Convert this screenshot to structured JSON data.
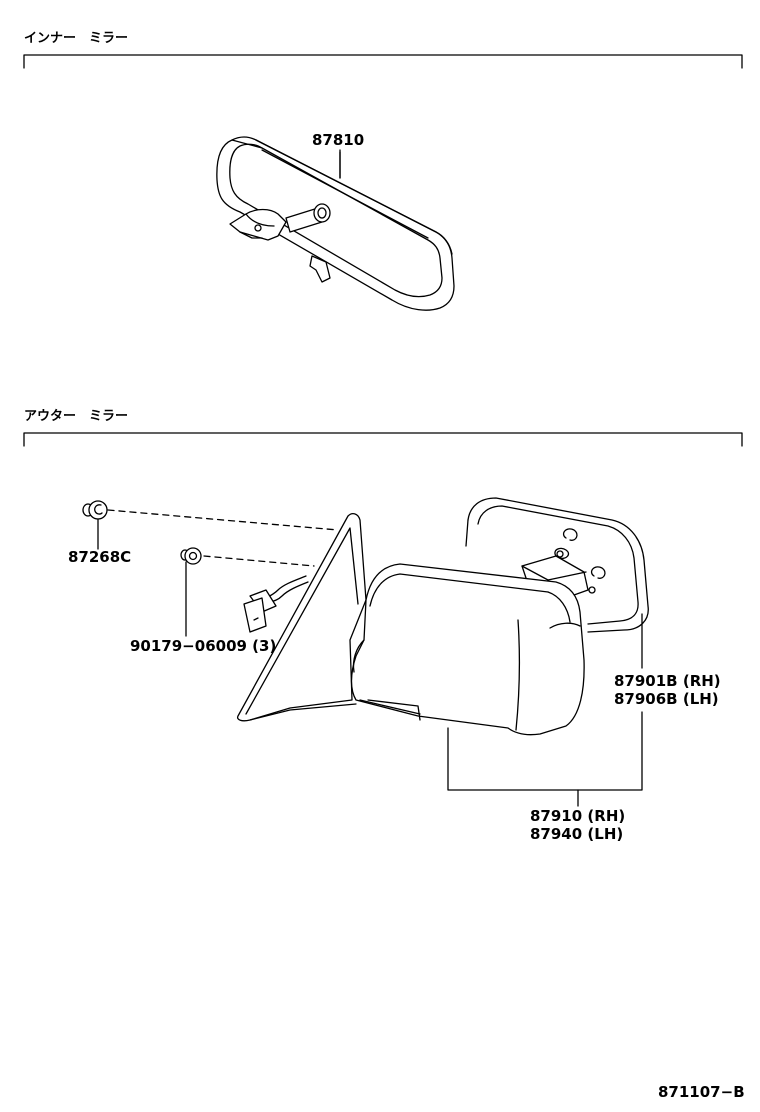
{
  "sections": {
    "inner": {
      "title": "インナー　ミラー"
    },
    "outer": {
      "title": "アウター　ミラー"
    }
  },
  "parts": {
    "inner_mirror": "87810",
    "clip": "87268C",
    "screw_line1": "90179−06009 (3)",
    "glass_rh": "87901B (RH)",
    "glass_lh": "87906B (LH)",
    "assy_rh": "87910 (RH)",
    "assy_lh": "87940 (LH)"
  },
  "figure_id": "871107−B"
}
